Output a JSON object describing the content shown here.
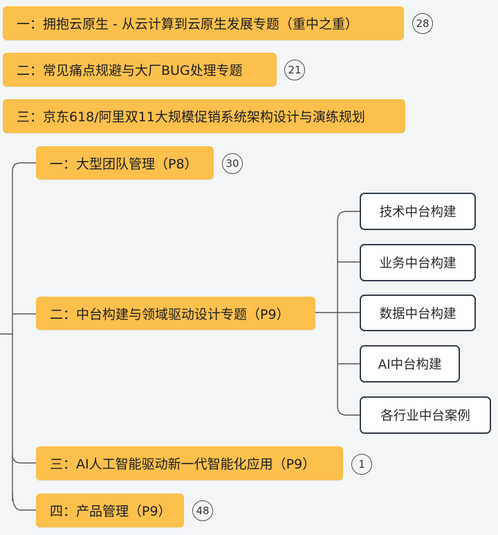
{
  "nodes": {
    "n1": {
      "label": "一：拥抱云原生 - 从云计算到云原生发展专题（重中之重）",
      "badge": "28"
    },
    "n2": {
      "label": "二：常见痛点规避与大厂BUG处理专题",
      "badge": "21"
    },
    "n3": {
      "label": "三：京东618/阿里双11大规模促销系统架构设计与演练规划"
    },
    "n3_children": [
      {
        "label": "一：大型团队管理（P8）",
        "badge": "30"
      },
      {
        "label": "二：中台构建与领域驱动设计专题（P9）",
        "children": [
          {
            "label": "技术中台构建"
          },
          {
            "label": "业务中台构建"
          },
          {
            "label": "数据中台构建"
          },
          {
            "label": "AI中台构建"
          },
          {
            "label": "各行业中台案例"
          }
        ]
      },
      {
        "label": "三：AI人工智能驱动新一代智能化应用（P9）",
        "badge": "1"
      },
      {
        "label": "四：产品管理（P9）",
        "badge": "48"
      }
    ]
  },
  "colors": {
    "topic_fill": "#fcc04d",
    "subtopic_border": "#343d4a",
    "connector": "#555555",
    "background": "#f4f5f6"
  }
}
